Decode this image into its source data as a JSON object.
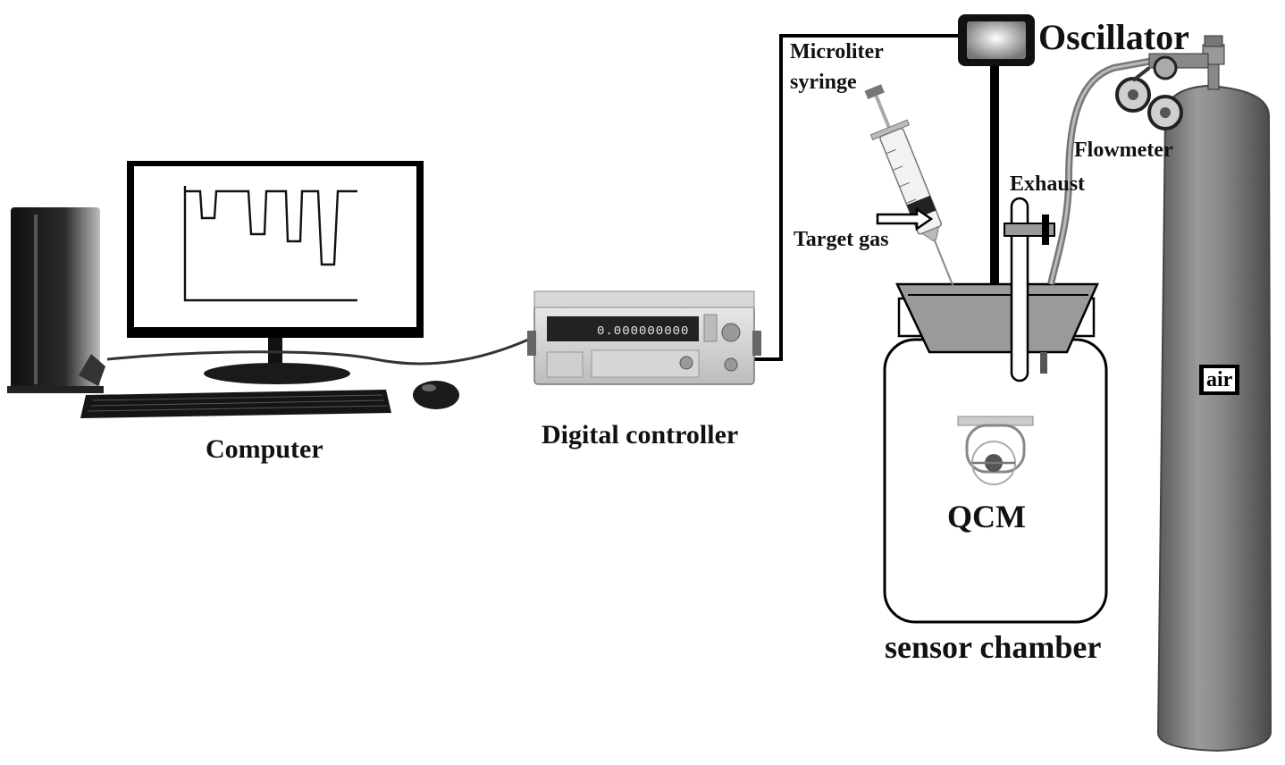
{
  "labels": {
    "computer": "Computer",
    "digital_controller": "Digital controller",
    "oscillator": "Oscillator",
    "microliter": "Microliter",
    "syringe": "syringe",
    "flowmeter": "Flowmeter",
    "exhaust": "Exhaust",
    "target_gas": "Target gas",
    "qcm": "QCM",
    "sensor_chamber": "sensor chamber",
    "air": "air"
  },
  "controller_display": "0.000000000",
  "colors": {
    "ink": "#111111",
    "cylinder": "#808080",
    "chamber_lid": "#9a9a9a",
    "screen": "#ffffff"
  }
}
